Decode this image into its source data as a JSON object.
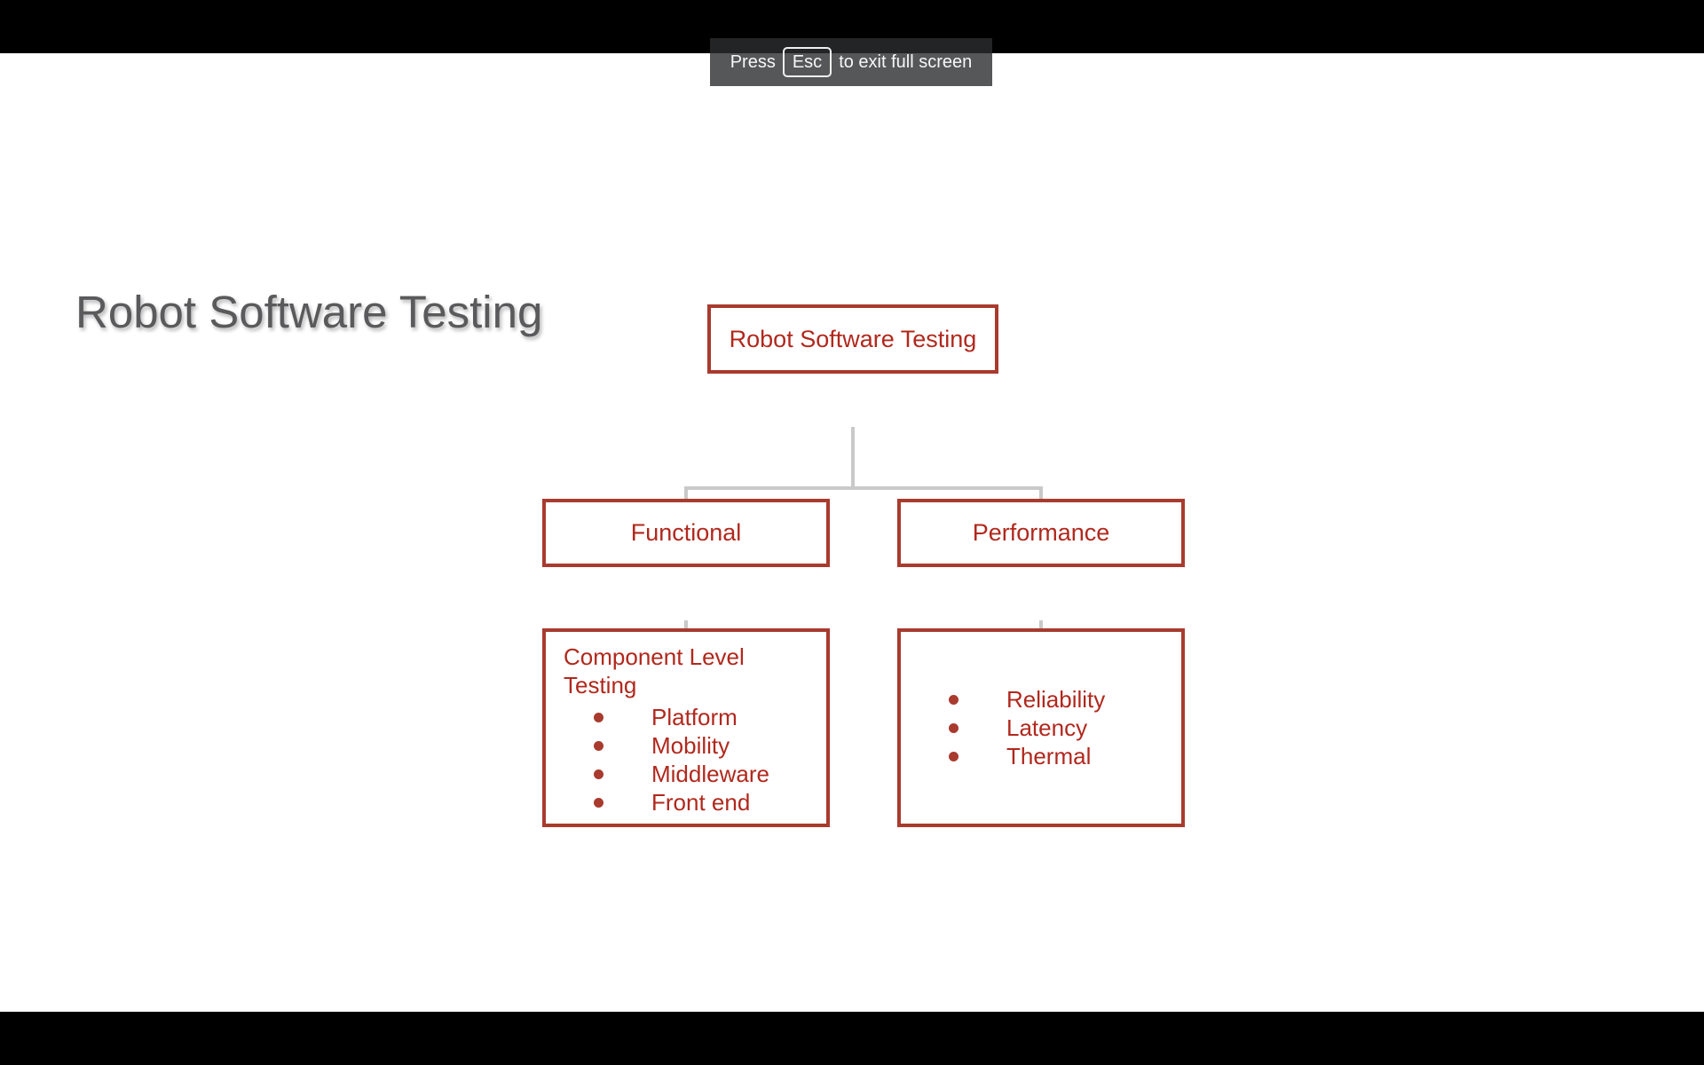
{
  "fullscreen_toast": {
    "press": "Press",
    "key": "Esc",
    "suffix": "to exit full screen"
  },
  "slide": {
    "title": "Robot Software Testing"
  },
  "diagram": {
    "root": {
      "label": "Robot Software Testing"
    },
    "functional": {
      "label": "Functional",
      "heading": "Component Level Testing",
      "bullets": [
        "Platform",
        "Mobility",
        "Middleware",
        "Front end"
      ]
    },
    "performance": {
      "label": "Performance",
      "bullets": [
        "Reliability",
        "Latency",
        "Thermal"
      ]
    }
  },
  "colors": {
    "box_border": "#a83b2e",
    "box_text": "#b1281d",
    "connector": "#c9c9c9",
    "title_text": "#5a5a5c",
    "toast_background": "rgba(44,45,48,0.80)",
    "letterbox": "#000000",
    "canvas": "#ffffff"
  }
}
